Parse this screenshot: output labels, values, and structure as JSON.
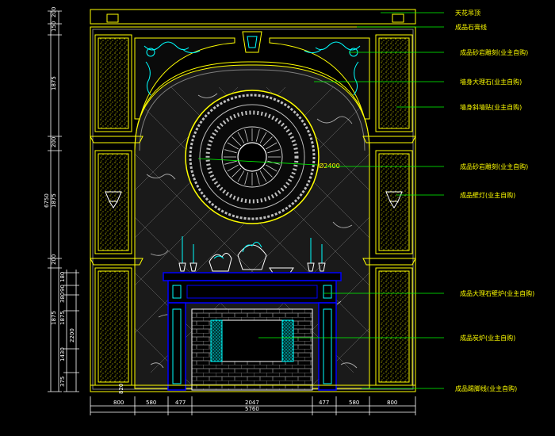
{
  "labels_right": [
    {
      "id": "r1",
      "text": "天花吊顶"
    },
    {
      "id": "r2",
      "text": "成品石膏线"
    },
    {
      "id": "r3",
      "text": "成品砂岩雕刻(业主自购)"
    },
    {
      "id": "r4",
      "text": "墙身大理石(业主自购)"
    },
    {
      "id": "r5",
      "text": "墙身斜墙贴(业主自购)"
    },
    {
      "id": "r6",
      "text": "成品砂岩雕刻(业主自购)"
    },
    {
      "id": "r7",
      "text": "成品壁灯(业主自购)"
    },
    {
      "id": "r8",
      "text": "成品大理石壁炉(业主自购)"
    },
    {
      "id": "r9",
      "text": "成品炭炉(业主自购)"
    },
    {
      "id": "r10",
      "text": "成品踢脚线(业主自购)"
    }
  ],
  "circle_label": "Ø2400",
  "dims_bottom": [
    "800",
    "580",
    "477",
    "2047",
    "477",
    "580",
    "800"
  ],
  "dims_total": "5760",
  "dims_left_outer": [
    "200",
    "150",
    "1875",
    "200",
    "1875",
    "200",
    "1875"
  ],
  "dims_left_total": "6750",
  "dims_left_inner": [
    "180",
    "90",
    "380",
    "2200",
    "1430",
    "375",
    "1875",
    "820"
  ],
  "colors": {
    "line_yellow": "#ffff00",
    "line_white": "#ffffff",
    "cyan": "#00ffff",
    "blue": "#0000ff",
    "gray": "#808080",
    "green": "#00ff00"
  }
}
